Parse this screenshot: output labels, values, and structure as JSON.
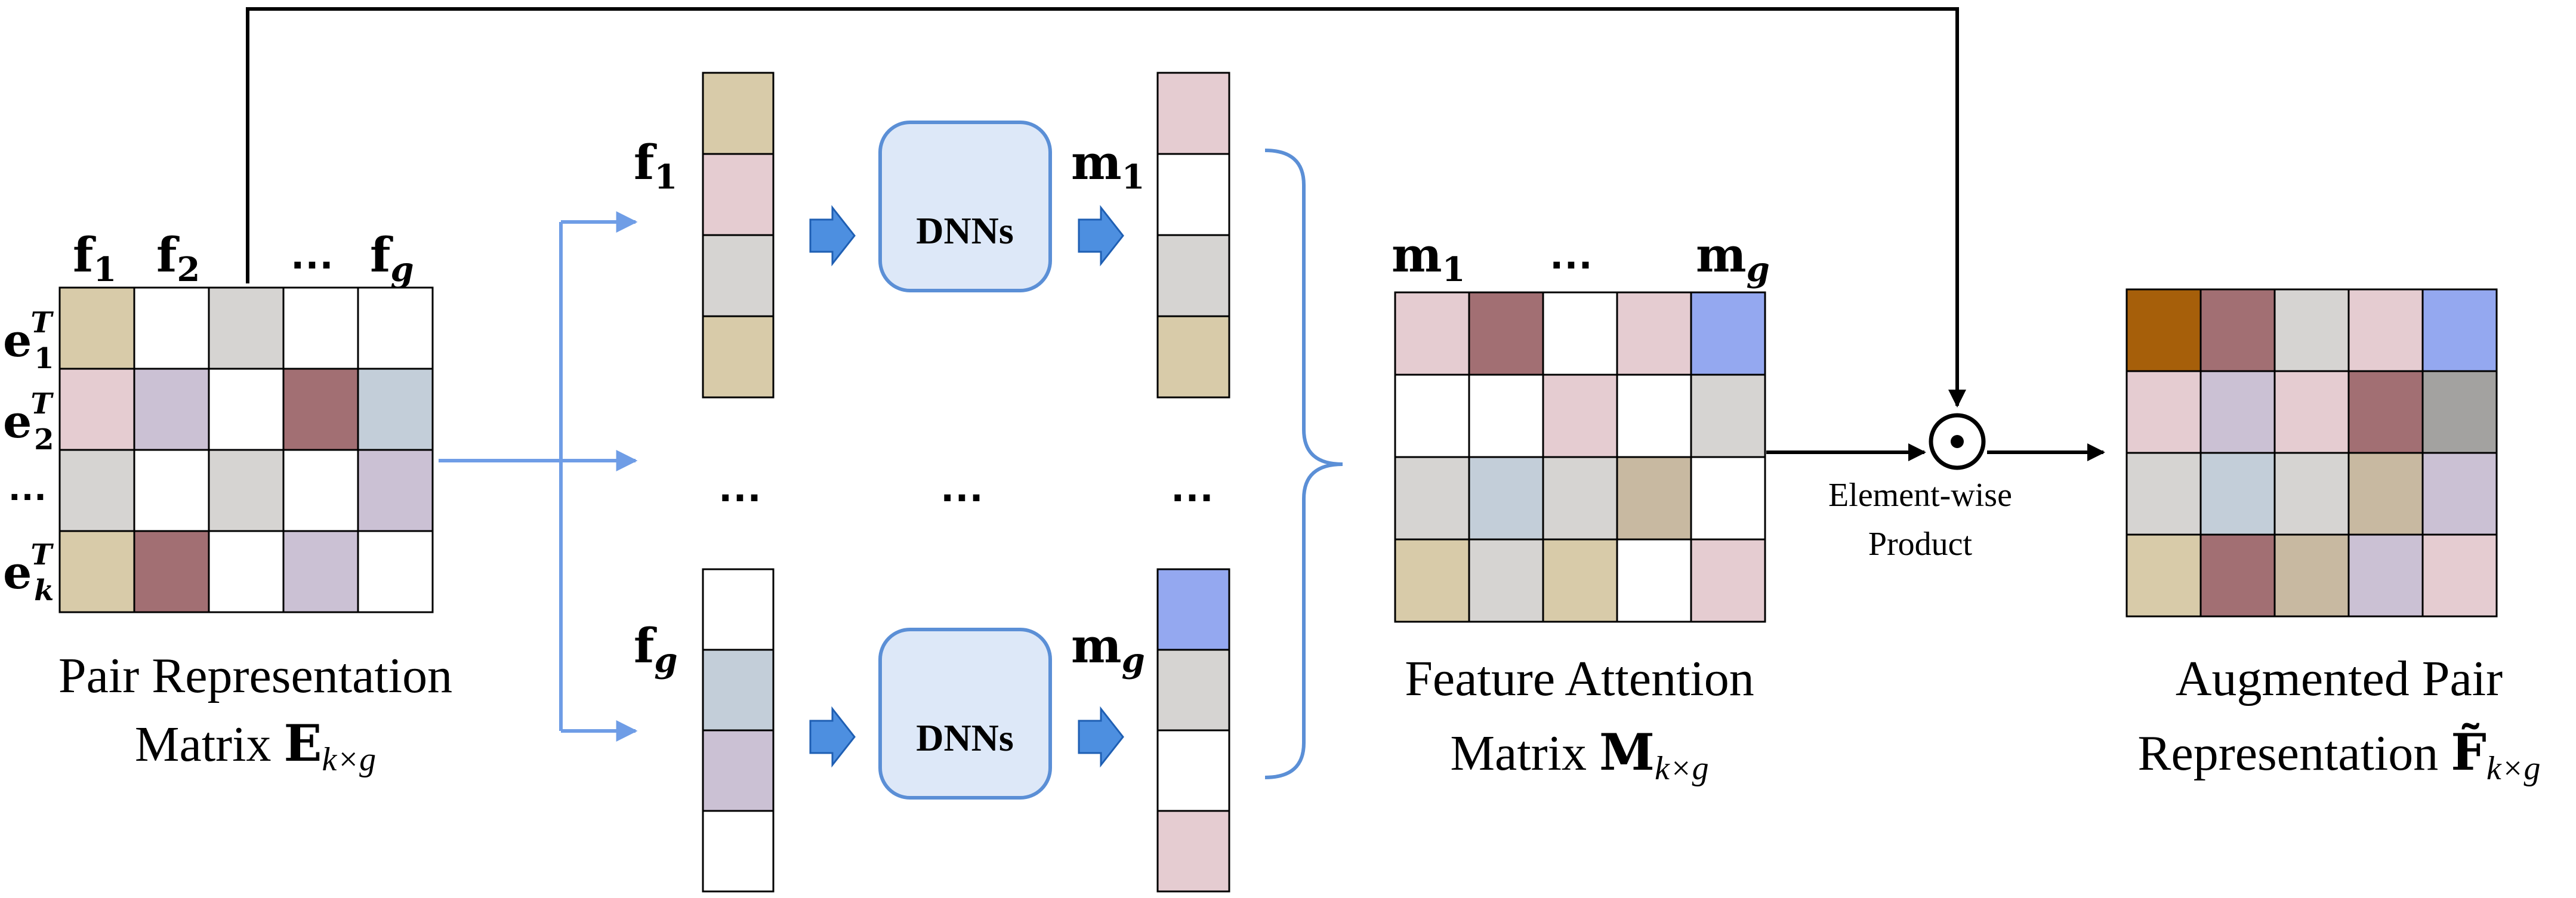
{
  "colors": {
    "tan": "#d8cba9",
    "pink": "#e5ccd1",
    "gray": "#d6d4d2",
    "white": "#ffffff",
    "mauve": "#a26f73",
    "lavender": "#cbc1d4",
    "bluegray": "#c3ced9",
    "blue": "#94a8f0",
    "taupe": "#c8b9a1",
    "orange": "#a65f0a",
    "darkgray": "#a3a2a0",
    "arrow_blue": "#6f9de6",
    "dnn_fill": "#dde8f8",
    "dnn_stroke": "#5b8fd6"
  },
  "matrix_E": {
    "col_labels": [
      "f",
      "1",
      "f",
      "2",
      "…",
      "f",
      "g"
    ],
    "row_labels": [
      {
        "base": "e",
        "sup": "T",
        "sub": "1"
      },
      {
        "base": "e",
        "sup": "T",
        "sub": "2"
      },
      {
        "base": "…",
        "sup": "",
        "sub": ""
      },
      {
        "base": "e",
        "sup": "T",
        "sub": "k"
      }
    ],
    "cells": [
      [
        "tan",
        "white",
        "gray",
        "white",
        "white"
      ],
      [
        "pink",
        "lavender",
        "white",
        "mauve",
        "bluegray"
      ],
      [
        "gray",
        "white",
        "gray",
        "white",
        "lavender"
      ],
      [
        "tan",
        "mauve",
        "white",
        "lavender",
        "white"
      ]
    ],
    "caption_line1": "Pair Representation",
    "caption_line2": "Matrix ",
    "caption_sym": "E",
    "caption_sub": "k×g"
  },
  "column_top": {
    "label_base": "f",
    "label_sub": "1",
    "cells": [
      "tan",
      "pink",
      "gray",
      "tan"
    ]
  },
  "column_bottom": {
    "label_base": "f",
    "label_sub": "g",
    "cells": [
      "white",
      "bluegray",
      "lavender",
      "white"
    ]
  },
  "dnn": {
    "label": "DNNs"
  },
  "out_top": {
    "label_base": "m",
    "label_sub": "1",
    "cells": [
      "pink",
      "white",
      "gray",
      "tan"
    ]
  },
  "out_bottom": {
    "label_base": "m",
    "label_sub": "g",
    "cells": [
      "blue",
      "gray",
      "white",
      "pink"
    ]
  },
  "middle_dots": [
    "…",
    "…",
    "…"
  ],
  "matrix_M": {
    "col_labels": [
      "m",
      "1",
      "…",
      "m",
      "g"
    ],
    "cells": [
      [
        "pink",
        "mauve",
        "white",
        "pink",
        "blue"
      ],
      [
        "white",
        "white",
        "pink",
        "white",
        "gray"
      ],
      [
        "gray",
        "bluegray",
        "gray",
        "taupe",
        "white"
      ],
      [
        "tan",
        "gray",
        "tan",
        "white",
        "pink"
      ]
    ],
    "caption_line1": "Feature Attention",
    "caption_line2": "Matrix ",
    "caption_sym": "M",
    "caption_sub": "k×g"
  },
  "product": {
    "symbol": "⊙",
    "label_line1": "Element-wise",
    "label_line2": "Product"
  },
  "matrix_F": {
    "cells": [
      [
        "orange",
        "mauve",
        "gray",
        "pink",
        "blue"
      ],
      [
        "pink",
        "lavender",
        "pink",
        "mauve",
        "darkgray"
      ],
      [
        "gray",
        "bluegray",
        "gray",
        "taupe",
        "lavender"
      ],
      [
        "tan",
        "mauve",
        "taupe",
        "lavender",
        "pink"
      ]
    ],
    "caption_line1": "Augmented Pair",
    "caption_line2": "Representation ",
    "caption_sym": "F̃",
    "caption_sub": "k×g"
  }
}
